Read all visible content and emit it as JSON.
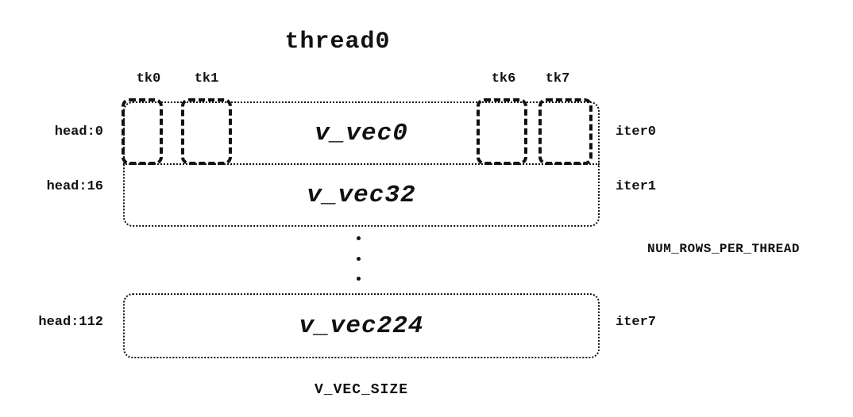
{
  "title": "thread0",
  "tk_labels": [
    "tk0",
    "tk1",
    "tk6",
    "tk7"
  ],
  "rows": [
    {
      "head": "head:0",
      "vec": "v_vec0",
      "iter": "iter0"
    },
    {
      "head": "head:16",
      "vec": "v_vec32",
      "iter": "iter1"
    },
    {
      "head": "head:112",
      "vec": "v_vec224",
      "iter": "iter7"
    }
  ],
  "annotations": {
    "num_rows": "NUM_ROWS_PER_THREAD",
    "v_vec_size": "V_VEC_SIZE"
  }
}
